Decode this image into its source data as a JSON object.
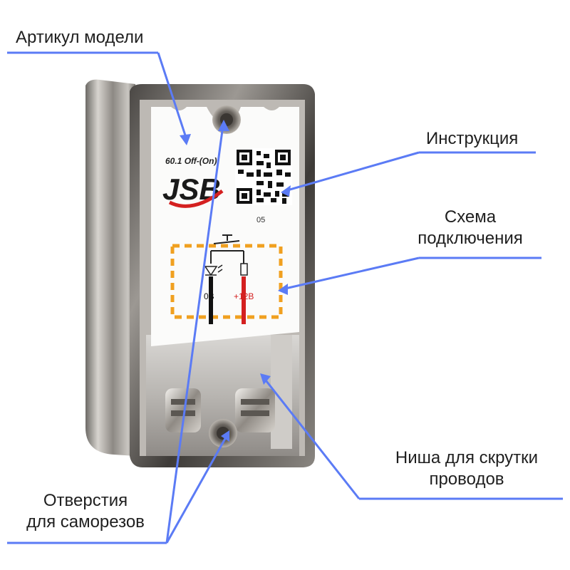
{
  "callouts": {
    "article": "Артикул модели",
    "instruction": "Инструкция",
    "scheme_line1": "Схема",
    "scheme_line2": "подключения",
    "niche_line1": "Ниша для скрутки",
    "niche_line2": "проводов",
    "holes_line1": "Отверстия",
    "holes_line2": "для саморезов"
  },
  "label": {
    "model": "60.1 Off-(On)",
    "brand": "JSB",
    "qr_number": "05",
    "wire_left": "0В",
    "wire_right": "+12В"
  },
  "colors": {
    "pointer": "#5b7bf5",
    "dashed_frame": "#f0a020",
    "red_wire": "#d42020",
    "brand_red": "#d42020"
  },
  "icons": [
    "qr-code-icon",
    "switch-symbol-icon",
    "led-symbol-icon",
    "resistor-symbol-icon"
  ]
}
